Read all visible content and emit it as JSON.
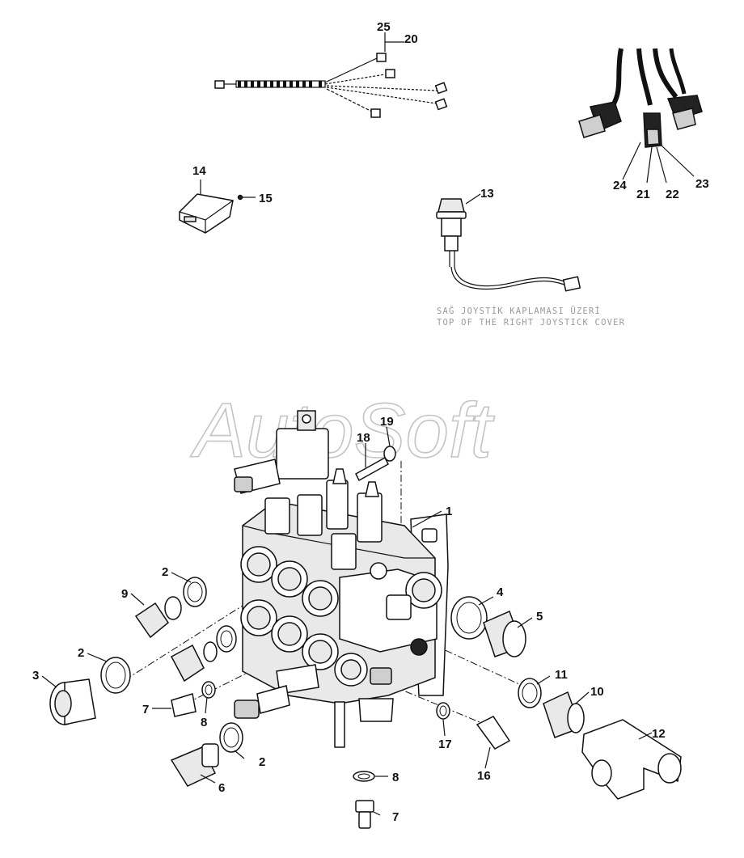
{
  "watermark": "AutoSoft",
  "note": {
    "line1": "SAĞ JOYSTİK KAPLAMASI ÜZERİ",
    "line2": "TOP OF THE RIGHT JOYSTICK COVER"
  },
  "callouts": [
    {
      "id": "c1",
      "text": "1"
    },
    {
      "id": "c2a",
      "text": "2"
    },
    {
      "id": "c2b",
      "text": "2"
    },
    {
      "id": "c2c",
      "text": "2"
    },
    {
      "id": "c3",
      "text": "3"
    },
    {
      "id": "c4",
      "text": "4"
    },
    {
      "id": "c5",
      "text": "5"
    },
    {
      "id": "c6",
      "text": "6"
    },
    {
      "id": "c7a",
      "text": "7"
    },
    {
      "id": "c7b",
      "text": "7"
    },
    {
      "id": "c8a",
      "text": "8"
    },
    {
      "id": "c8b",
      "text": "8"
    },
    {
      "id": "c9",
      "text": "9"
    },
    {
      "id": "c10",
      "text": "10"
    },
    {
      "id": "c11",
      "text": "11"
    },
    {
      "id": "c12",
      "text": "12"
    },
    {
      "id": "c13",
      "text": "13"
    },
    {
      "id": "c14",
      "text": "14"
    },
    {
      "id": "c15",
      "text": "15"
    },
    {
      "id": "c16",
      "text": "16"
    },
    {
      "id": "c17",
      "text": "17"
    },
    {
      "id": "c18",
      "text": "18"
    },
    {
      "id": "c19",
      "text": "19"
    },
    {
      "id": "c20",
      "text": "20"
    },
    {
      "id": "c21",
      "text": "21"
    },
    {
      "id": "c22",
      "text": "22"
    },
    {
      "id": "c23",
      "text": "23"
    },
    {
      "id": "c24",
      "text": "24"
    },
    {
      "id": "c25",
      "text": "25"
    }
  ]
}
